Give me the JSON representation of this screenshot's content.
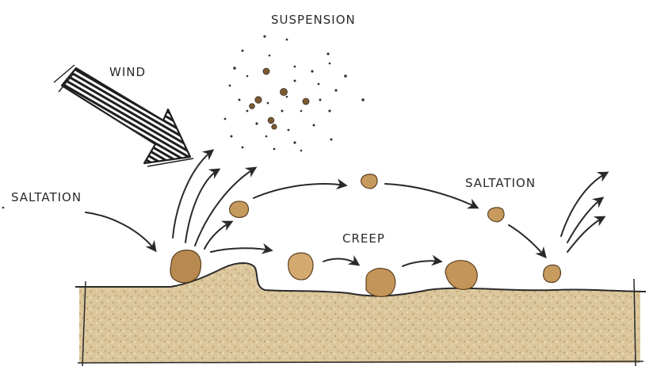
{
  "labels": {
    "suspension": "SUSPENSION",
    "wind": "WIND",
    "saltation_left": "SALTATION",
    "saltation_right": "SALTATION",
    "creep": "CREEP"
  },
  "colors": {
    "ink": "#2a2a2a",
    "sand": "#dcc79c",
    "sand_dark": "#b89b66",
    "grain": "#c9a46a",
    "grain_dark": "#7a5a30",
    "dust": "#3a3028"
  },
  "icons": {
    "wind_arrow": "hatched-arrow-icon",
    "grain": "sand-grain-icon"
  }
}
